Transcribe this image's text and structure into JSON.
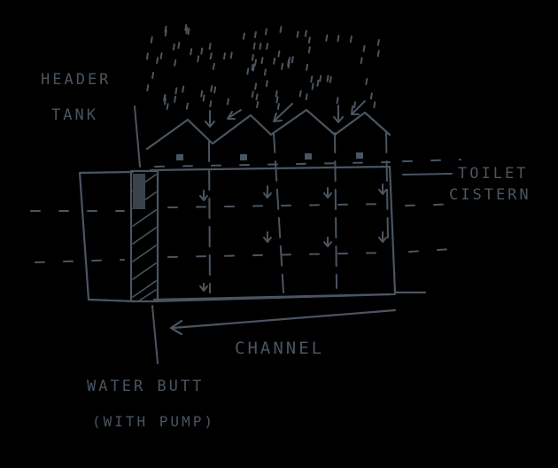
{
  "labels": {
    "header_tank_line1": "HEADER",
    "header_tank_line2": "TANK",
    "toilet_cistern_line1": "TOILET",
    "toilet_cistern_line2": "CISTERN",
    "channel": "CHANNEL",
    "water_butt_line1": "WATER BUTT",
    "water_butt_line2": "(WITH PUMP)"
  },
  "colors": {
    "background": "#000000",
    "ink": "#4a5560"
  },
  "icons": {
    "rain": "rain-dashes",
    "flow": "downward-arrows"
  }
}
